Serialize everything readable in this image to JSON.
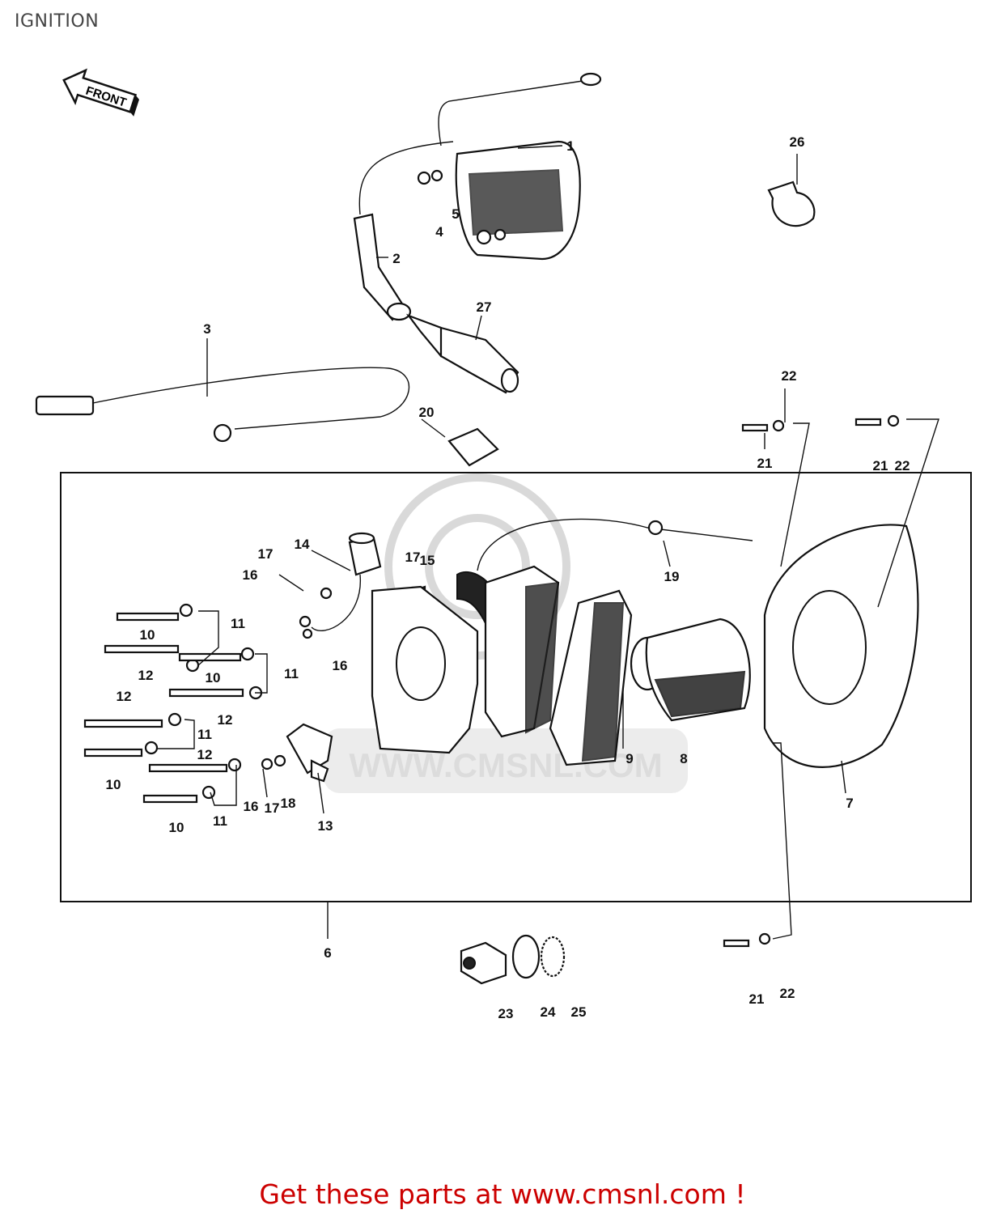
{
  "title": "IGNITION",
  "front_arrow_label": "FRONT",
  "footer": "Get these parts at www.cmsnl.com !",
  "watermark": "WWW.CMSNL.COM",
  "callouts": [
    "1",
    "2",
    "3",
    "4",
    "5",
    "6",
    "7",
    "8",
    "9",
    "10",
    "10",
    "10",
    "10",
    "11",
    "11",
    "11",
    "11",
    "12",
    "12",
    "12",
    "12",
    "13",
    "14",
    "15",
    "16",
    "16",
    "16",
    "17",
    "17",
    "17",
    "18",
    "19",
    "20",
    "21",
    "21",
    "21",
    "22",
    "22",
    "22",
    "23",
    "24",
    "25",
    "26",
    "27"
  ]
}
